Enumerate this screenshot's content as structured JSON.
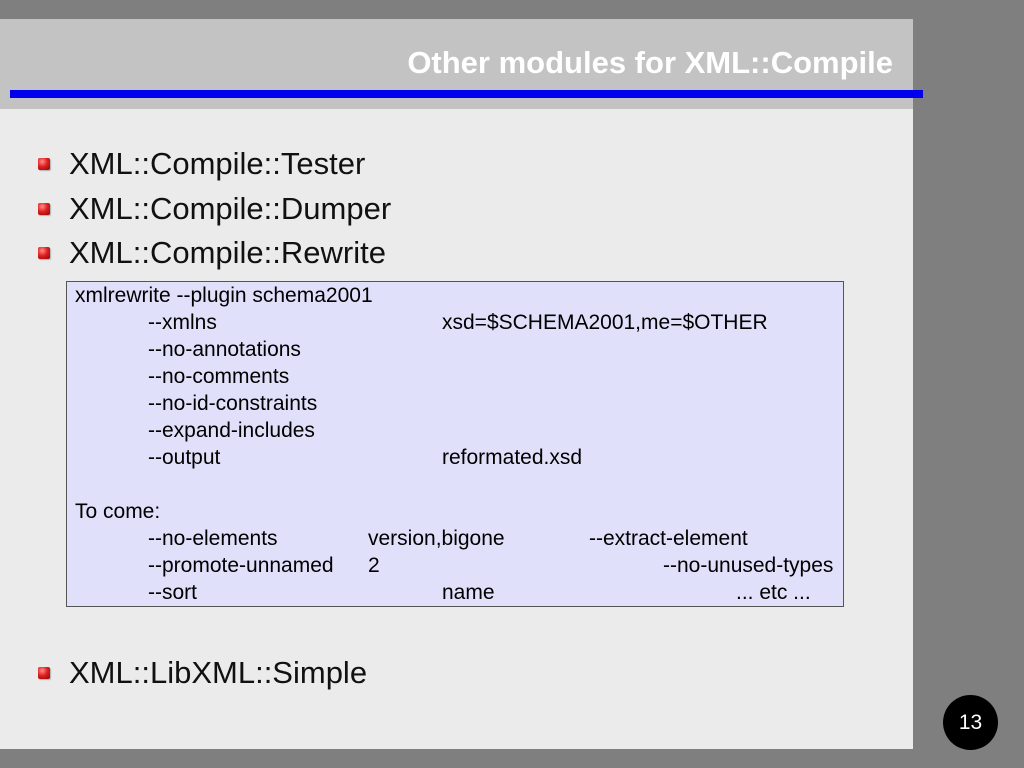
{
  "title": "Other modules for XML::Compile",
  "bullets_top": [
    "XML::Compile::Tester",
    "XML::Compile::Dumper",
    "XML::Compile::Rewrite"
  ],
  "code": {
    "command": "xmlrewrite --plugin schema2001",
    "options": [
      {
        "flag": "--xmlns",
        "value": "xsd=$SCHEMA2001,me=$OTHER"
      },
      {
        "flag": "--no-annotations",
        "value": ""
      },
      {
        "flag": "--no-comments",
        "value": ""
      },
      {
        "flag": "--no-id-constraints",
        "value": ""
      },
      {
        "flag": "--expand-includes",
        "value": ""
      },
      {
        "flag": "--output",
        "value": "reformated.xsd"
      }
    ],
    "to_come_label": "To come:",
    "to_come": [
      {
        "col1": "--no-elements",
        "col2": "version,bigone",
        "col3": "--extract-element"
      },
      {
        "col1": "--promote-unnamed",
        "col2": "2",
        "col3": "--no-unused-types"
      },
      {
        "col1": "--sort",
        "col2": "name",
        "col3": "... etc ..."
      }
    ]
  },
  "bullet_bottom": "XML::LibXML::Simple",
  "page_number": "13"
}
